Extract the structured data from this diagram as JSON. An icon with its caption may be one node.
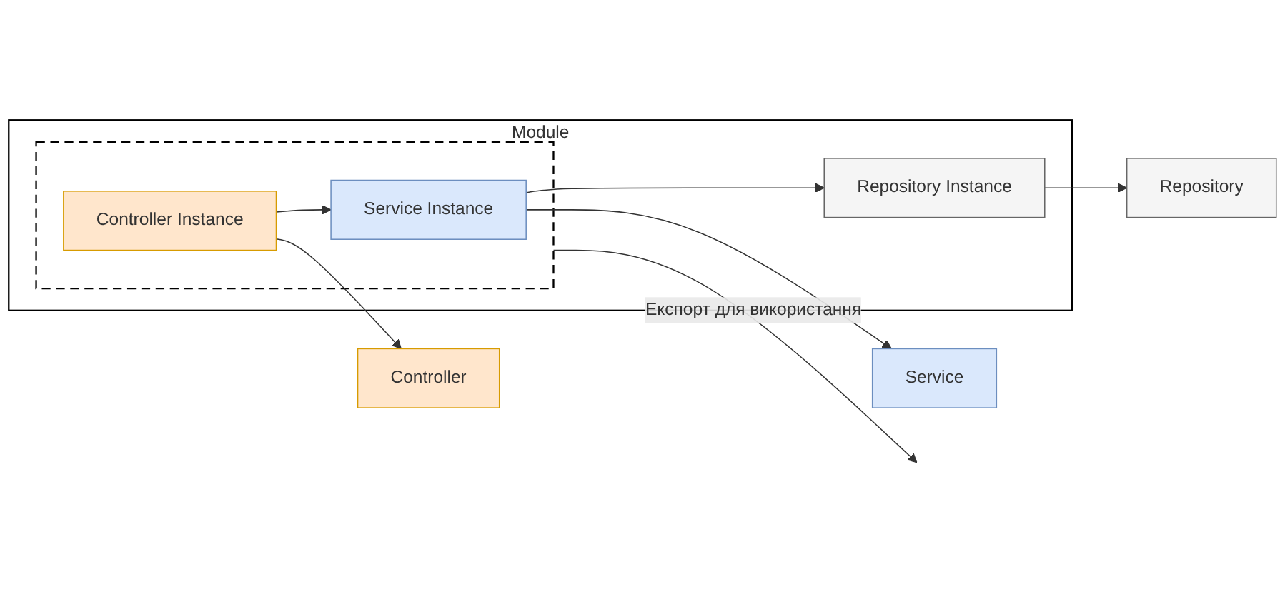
{
  "diagram": {
    "nodes": [
      {
        "text": [
          "Module"
        ]
      },
      {
        "text": [
          "Repository Instance"
        ],
        "in": 0
      },
      {
        "text": [],
        "shape": "box",
        "in": 0
      },
      {
        "text": [
          "Service Instance"
        ],
        "in": 2
      },
      {
        "text": [
          "Controller Instance"
        ],
        "in": 2
      },
      {
        "text": [
          "Repository"
        ]
      },
      {
        "text": [
          "Service"
        ]
      },
      {
        "text": [
          "Controller"
        ]
      }
    ],
    "edges": [
      {
        "from": 1,
        "to": 5,
        "arrow": "to"
      },
      {
        "from": 3,
        "to": 6,
        "arrow": "to"
      },
      {
        "from": 4,
        "to": 7,
        "arrow": "to"
      },
      {
        "from": 4,
        "to": 3,
        "arrow": "to"
      },
      {
        "from": 3,
        "to": 1,
        "arrow": "to"
      },
      {
        "from": 2,
        "to": null,
        "arrow": "to",
        "label": "Експорт для використання"
      }
    ]
  }
}
